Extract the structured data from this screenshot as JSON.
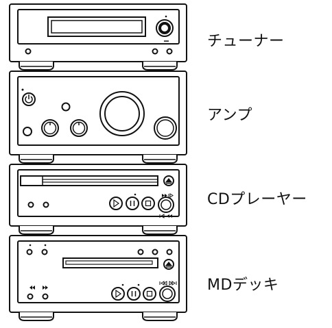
{
  "components": [
    {
      "id": "tuner",
      "label": "チューナー"
    },
    {
      "id": "amp",
      "label": "アンプ"
    },
    {
      "id": "cd",
      "label": "CDプレーヤー"
    },
    {
      "id": "md",
      "label": "MDデッキ"
    }
  ],
  "colors": {
    "line": "#111111",
    "fill": "#ffffff",
    "dark": "#111111"
  }
}
